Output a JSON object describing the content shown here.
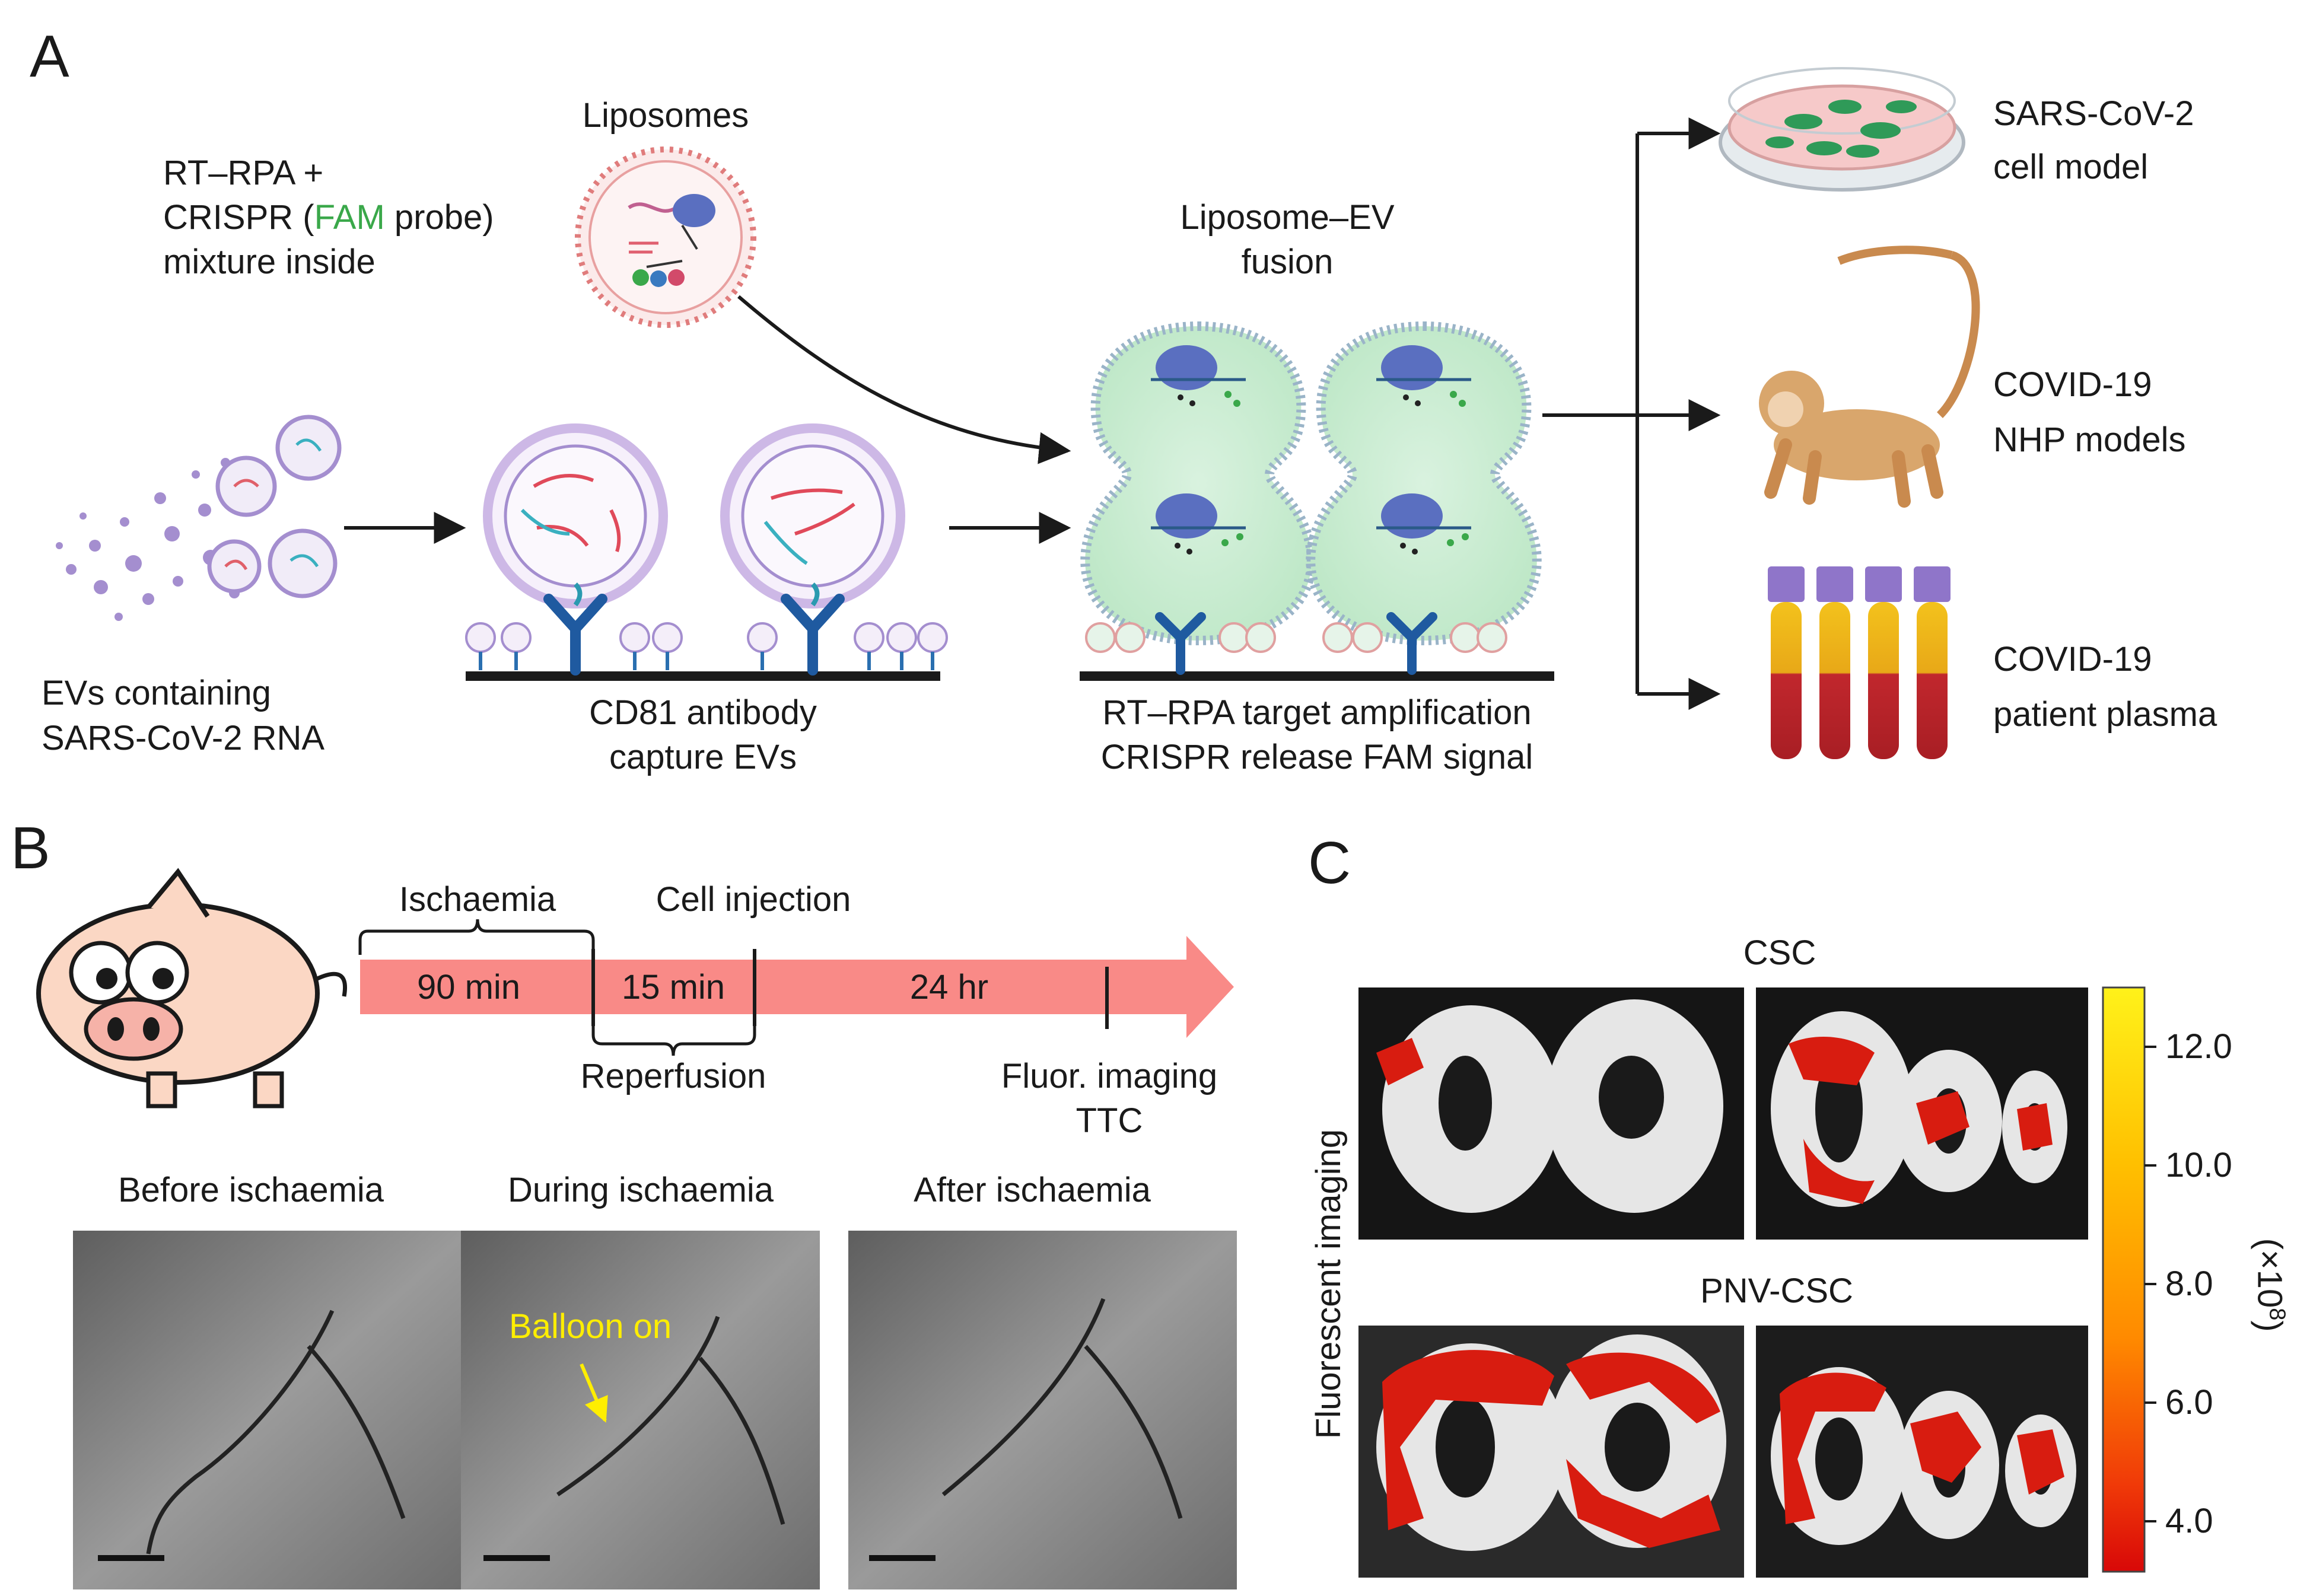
{
  "panelA": {
    "label": "A",
    "mixture_line1": "RT–RPA +",
    "mixture_line2_prefix": "CRISPR (",
    "mixture_fam": "FAM",
    "mixture_line2_suffix": " probe)",
    "mixture_line3": "mixture inside",
    "liposomes": "Liposomes",
    "fusion_line1": "Liposome–EV",
    "fusion_line2": "fusion",
    "evs_line1": "EVs containing",
    "evs_line2": "SARS-CoV-2 RNA",
    "cd81_line1": "CD81 antibody",
    "cd81_line2": "capture EVs",
    "rpa_line1": "RT–RPA target amplification",
    "rpa_line2": "CRISPR release FAM signal",
    "out_cell_line1": "SARS-CoV-2",
    "out_cell_line2": "cell model",
    "out_nhp_line1": "COVID-19",
    "out_nhp_line2": "NHP models",
    "out_plasma_line1": "COVID-19",
    "out_plasma_line2": "patient plasma"
  },
  "panelB": {
    "label": "B",
    "ischaemia": "Ischaemia",
    "cell_injection": "Cell injection",
    "seg1": "90 min",
    "seg2": "15 min",
    "seg3": "24 hr",
    "reperfusion": "Reperfusion",
    "fluor_line1": "Fluor. imaging",
    "fluor_line2": "TTC",
    "before": "Before ischaemia",
    "during": "During ischaemia",
    "after": "After ischaemia",
    "balloon": "Balloon on"
  },
  "panelC": {
    "label": "C",
    "csc": "CSC",
    "pnv_csc": "PNV-CSC",
    "ylabel": "Fluorescent imaging",
    "scale_unit": "(×10",
    "scale_exp": "8",
    "scale_close": ")",
    "ticks": [
      "12.0",
      "10.0",
      "8.0",
      "6.0",
      "4.0"
    ]
  },
  "colors": {
    "timeline": "#f98a87",
    "arrow": "#1a1a1a",
    "fam_green": "#3aa84a",
    "balloon_yellow": "#ffee00",
    "signal_red": "#d81c10"
  }
}
